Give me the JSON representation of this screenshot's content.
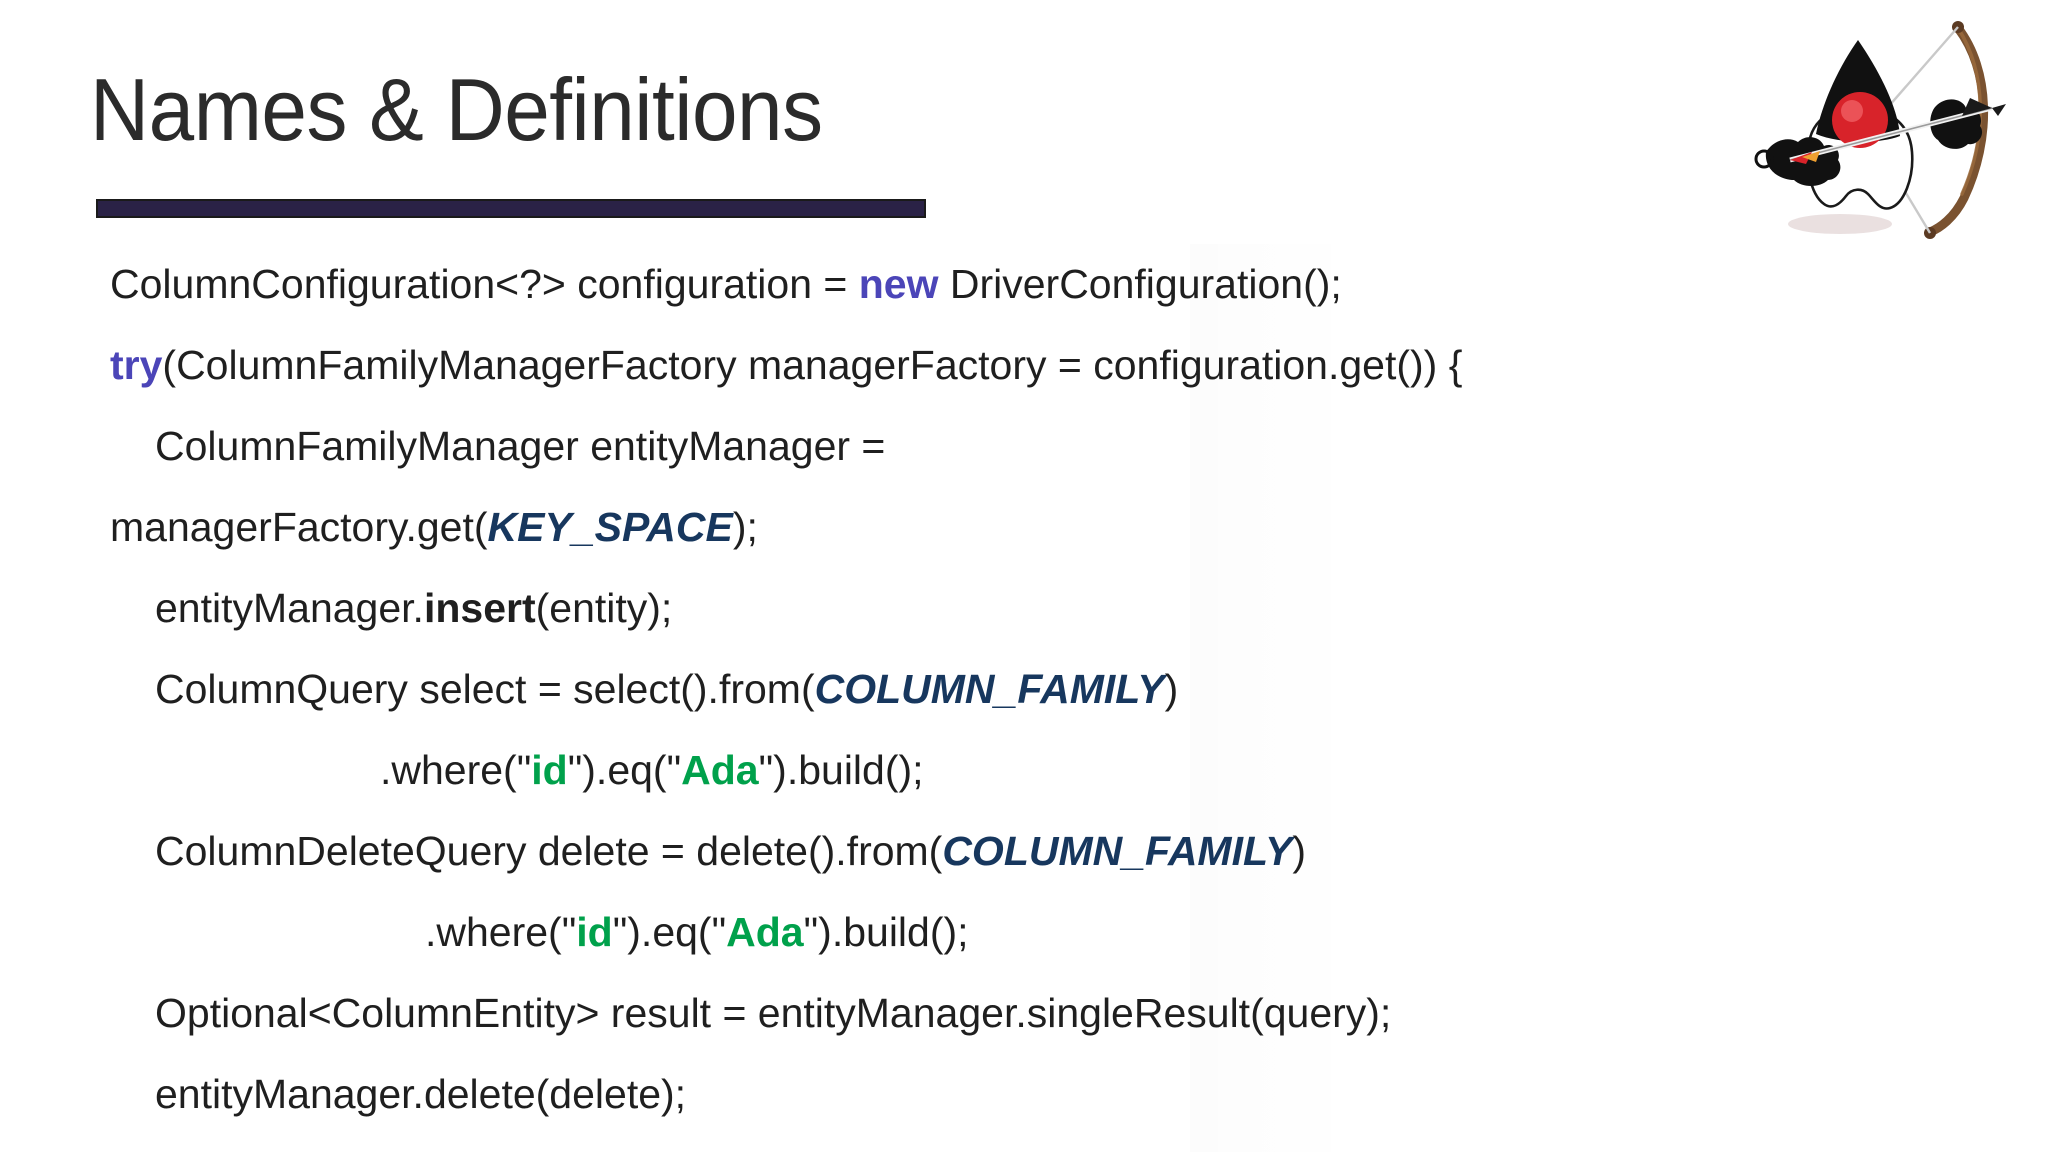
{
  "slide": {
    "title": "Names & Definitions",
    "accent_color": "#2a2246",
    "background_color": "#ffffff",
    "title_color": "#2b2b2b"
  },
  "logo": {
    "name": "java-duke-archer-logo",
    "alt": "Duke mascot holding a bow and arrow",
    "colors": {
      "nose": "#d8232a",
      "body": "#ffffff",
      "hat": "#111111",
      "bow": "#7a5230",
      "string": "#dddddd"
    }
  },
  "syntax_colors": {
    "keyword": "#4b45b8",
    "constant": "#17375e",
    "string": "#00a14b",
    "method": "#1f1f1f",
    "plain": "#1f1f1f"
  },
  "code": {
    "language": "java",
    "lines": [
      {
        "indent": 0,
        "tokens": [
          {
            "t": "ColumnConfiguration<?> configuration = ",
            "k": "plain"
          },
          {
            "t": "new",
            "k": "keyword"
          },
          {
            "t": " DriverConfiguration();",
            "k": "plain"
          }
        ]
      },
      {
        "indent": 0,
        "tokens": [
          {
            "t": "try",
            "k": "keyword"
          },
          {
            "t": "(ColumnFamilyManagerFactory managerFactory = configuration.get()) {",
            "k": "plain"
          }
        ]
      },
      {
        "indent": 1,
        "tokens": [
          {
            "t": "ColumnFamilyManager entityManager =",
            "k": "plain"
          }
        ]
      },
      {
        "indent": 0,
        "tokens": [
          {
            "t": "managerFactory.get(",
            "k": "plain"
          },
          {
            "t": "KEY_SPACE",
            "k": "constant"
          },
          {
            "t": ");",
            "k": "plain"
          }
        ]
      },
      {
        "indent": 1,
        "tokens": [
          {
            "t": "entityManager.",
            "k": "plain"
          },
          {
            "t": "insert",
            "k": "method"
          },
          {
            "t": "(entity);",
            "k": "plain"
          }
        ]
      },
      {
        "indent": 1,
        "tokens": [
          {
            "t": "ColumnQuery select = select().from(",
            "k": "plain"
          },
          {
            "t": "COLUMN_FAMILY",
            "k": "constant"
          },
          {
            "t": ")",
            "k": "plain"
          }
        ]
      },
      {
        "indent": 6,
        "tokens": [
          {
            "t": ".where(\"",
            "k": "plain"
          },
          {
            "t": "id",
            "k": "string"
          },
          {
            "t": "\").eq(\"",
            "k": "plain"
          },
          {
            "t": "Ada",
            "k": "string"
          },
          {
            "t": "\").build();",
            "k": "plain"
          }
        ]
      },
      {
        "indent": 1,
        "tokens": [
          {
            "t": "ColumnDeleteQuery delete = delete().from(",
            "k": "plain"
          },
          {
            "t": "COLUMN_FAMILY",
            "k": "constant"
          },
          {
            "t": ")",
            "k": "plain"
          }
        ]
      },
      {
        "indent": 7,
        "tokens": [
          {
            "t": ".where(\"",
            "k": "plain"
          },
          {
            "t": "id",
            "k": "string"
          },
          {
            "t": "\").eq(\"",
            "k": "plain"
          },
          {
            "t": "Ada",
            "k": "string"
          },
          {
            "t": "\").build();",
            "k": "plain"
          }
        ]
      },
      {
        "indent": 1,
        "tokens": [
          {
            "t": "Optional<ColumnEntity> result = entityManager.singleResult(query);",
            "k": "plain"
          }
        ]
      },
      {
        "indent": 1,
        "tokens": [
          {
            "t": "entityManager.delete(delete);",
            "k": "plain"
          }
        ]
      }
    ]
  }
}
